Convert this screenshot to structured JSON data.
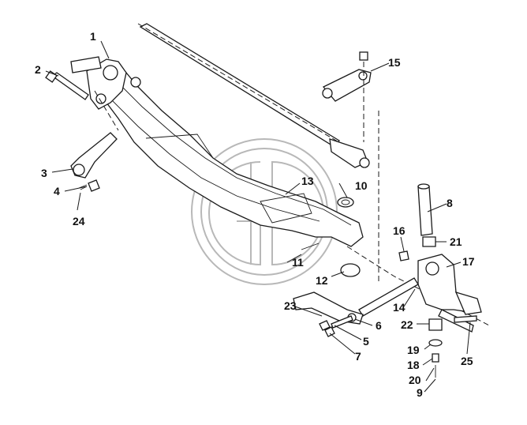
{
  "diagram": {
    "callouts": [
      "1",
      "2",
      "3",
      "4",
      "5",
      "6",
      "7",
      "8",
      "9",
      "10",
      "11",
      "12",
      "13",
      "14",
      "15",
      "16",
      "17",
      "18",
      "19",
      "20",
      "21",
      "22",
      "23",
      "24",
      "25"
    ]
  },
  "colors": {
    "line": "#1a1a1a",
    "watermark": "#b8b8b8",
    "background": "#ffffff"
  }
}
